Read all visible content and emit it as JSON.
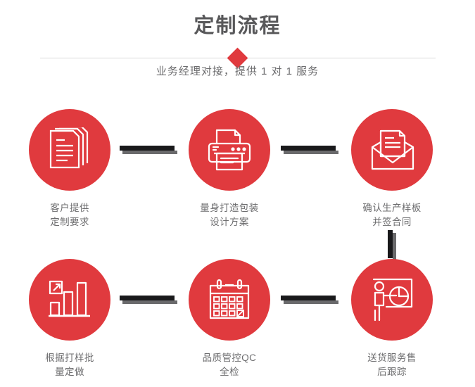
{
  "header": {
    "title": "定制流程",
    "subtitle": "业务经理对接，提供 1 对 1 服务",
    "accent_color": "#e03a3e",
    "title_color": "#58585a",
    "subtitle_color": "#6c6c6e",
    "divider_color": "#d8d8d8"
  },
  "flow": {
    "connector_color": "#19191b",
    "connector_shadow_color": "#6a6a6c",
    "circle_color": "#e03a3e",
    "icon_color": "#ffffff",
    "steps": [
      {
        "index": 1,
        "icon": "documents-stack-icon",
        "label_line1": "客户提供",
        "label_line2": "定制要求"
      },
      {
        "index": 2,
        "icon": "printer-icon",
        "label_line1": "量身打造包装",
        "label_line2": "设计方案"
      },
      {
        "index": 3,
        "icon": "envelope-document-icon",
        "label_line1": "确认生产样板",
        "label_line2": "并签合同"
      },
      {
        "index": 4,
        "icon": "bar-chart-growth-icon",
        "label_line1": "根据打样批",
        "label_line2": "量定做"
      },
      {
        "index": 5,
        "icon": "calendar-icon",
        "label_line1": "品质管控QC",
        "label_line2": "全检"
      },
      {
        "index": 6,
        "icon": "presentation-pie-chart-icon",
        "label_line1": "送货服务售",
        "label_line2": "后跟踪"
      }
    ]
  }
}
